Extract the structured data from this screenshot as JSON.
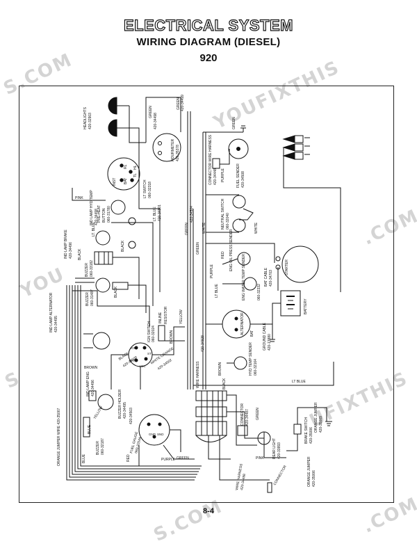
{
  "header": {
    "title": "ELECTRICAL SYSTEM",
    "subtitle": "WIRING DIAGRAM (DIESEL)",
    "model": "920"
  },
  "footer": {
    "page_number": "8-4"
  },
  "watermarks": {
    "left_top": "S.COM",
    "right_top": "YOUFIXTHIS",
    "right_mid": ".COM",
    "left_mid": "YOU",
    "left_low": "S",
    "right_low": "UFIXTHIS",
    "bottom_left": "S.COM",
    "bottom_right": ".COM"
  },
  "labels": {
    "headlights": "HEADLIGHTS",
    "headlights_part": "420-32903",
    "green": "GREEN",
    "green_part": "420-34499",
    "green_part2": "420-34498",
    "hourmeter": "HOURMETER",
    "hourmeter_part": "420-35378",
    "lt_switch": "LT SWITCH",
    "lt_switch_part": "060-32318",
    "inst": "INST",
    "rl": "RL",
    "bat": "BAT",
    "tl": "TL",
    "hl": "HL",
    "preheat": "PRE-HEAT",
    "button": "BUTTON",
    "preheat_part": "060-31780",
    "pink": "PINK",
    "lt_blue": "LT. BLUE",
    "lt_blue_part": "420-34501",
    "ind_lamp_brake": "IND LAMP BRAKE",
    "ind_lamp_brake_part": "420-34496",
    "ind_lamp_hyd_temp": "IND LAMP HYD TEMP",
    "ind_lamp_hyd_temp_part": "420-34498",
    "black": "BLACK",
    "buzzer": "BUZZER",
    "relay_part": "060-33182",
    "buzzer2": "BUZZER",
    "buzzer2_part": "060-31487",
    "ind_lamp_alt": "IND LAMP ALTERNATOR",
    "ind_lamp_alt_part": "420-34495",
    "brown": "BROWN",
    "ind_lamp_eng": "IND LAMP ENG",
    "ind_lamp_eng_part": "420-34496",
    "ign_switch": "IGN SWITCH",
    "ign_switch_part": "060-32024",
    "inline": "INLINE",
    "resistor": "RESISTOR",
    "yellow": "YELLOW",
    "yellow_part": "420-34500",
    "yellow_part2": "420-34503",
    "white_orange": "WHITE ORANGE",
    "white_orange_part": "420-34502",
    "wire_harness": "WIRE HARNESS",
    "wire_harness_part": "420-34928",
    "green_harness_part": "420-34504",
    "connector_wire_harness": "CONNECTOR WIRE HARNESS",
    "connector_part": "420-34448",
    "purple": "PURPLE",
    "fuel_sender": "FUEL SENDER",
    "fuel_sender_part": "420-34508",
    "neutral_switch": "NEUTRAL SWITCH",
    "neutral_part": "060-32040",
    "white": "WHITE",
    "red": "RED",
    "eng_oil_press_sender": "ENG OIL PRESS SENDER",
    "eng_water_temp_sender": "ENG WATER TEMP SENDER",
    "water_part": "060-32332",
    "starter": "STARTER",
    "bat_cable": "BAT CABLE",
    "bat_cable_part": "420-34703",
    "battery": "BATTERY",
    "ground_cable": "GROUND CABLE",
    "ground_part": "420-13880",
    "alternator": "ALTERNATOR",
    "hyd_temp_sender": "HYD TEMP SENDER",
    "hyd_part": "060-32164",
    "lt_blue2": "LT BLUE",
    "blue": "BLUE",
    "buzzer_holder": "BUZZER HOLDER",
    "holder_part": "420-34495",
    "buzzer3_part": "060-32187",
    "fuel_gauge": "FUEL GAUGE",
    "fuel_gauge_part": "060-32544",
    "orange_jumper": "ORANGE JUMPER WIRE 420-35007",
    "connector": "CONNECTOR",
    "connector_mid_part": "420-34487",
    "rear_light": "REAR LIGHT",
    "rear_light_part": "420-33893",
    "brake_switch": "BRAKE SWITCH",
    "brake_part": "420-35006",
    "orange_jumper2": "ORANGE JUMPER",
    "orange_jumper2_part": "420-35009",
    "wire_harness2": "WIRE HARNESS",
    "wire_harness2_part": "420-34498",
    "connector2": "CONNECTOR",
    "pink2": "PINK",
    "stud": "CONNECTOR",
    "lt_blue3": "LT BLUE",
    "gnd": "GND",
    "snd": "SND",
    "acc": "ACC",
    "ign": "IGN",
    "st": "ST"
  }
}
